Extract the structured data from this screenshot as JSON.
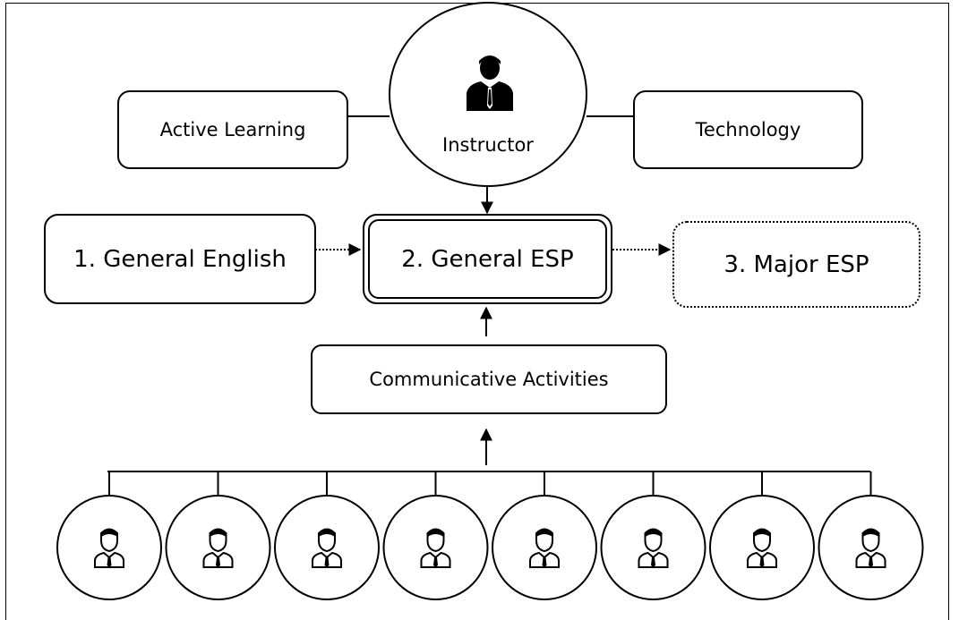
{
  "diagram": {
    "top_left": "Active Learning",
    "top_right": "Technology",
    "center": "Instructor",
    "stage1": "1. General English",
    "stage2": "2. General ESP",
    "stage3": "3. Major ESP",
    "activities": "Communicative Activities",
    "instructor_icon": "person-in-suit-icon",
    "student_icon": "person-outline-icon",
    "student_count": 8
  }
}
